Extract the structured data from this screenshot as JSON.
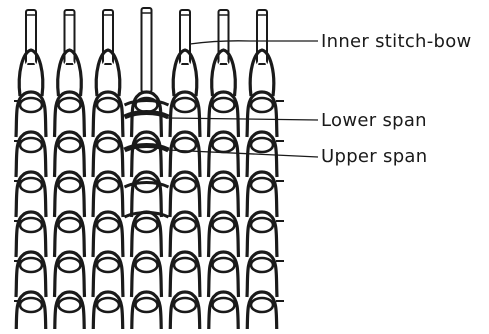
{
  "diagram": {
    "labels": {
      "inner_stitch_bow": "Inner stitch-bow",
      "lower_span": "Lower span",
      "upper_span": "Upper span"
    },
    "needle_count": 7,
    "empty_needle_index": 3,
    "colors": {
      "ink": "#1a1a1a",
      "background": "#ffffff"
    }
  }
}
